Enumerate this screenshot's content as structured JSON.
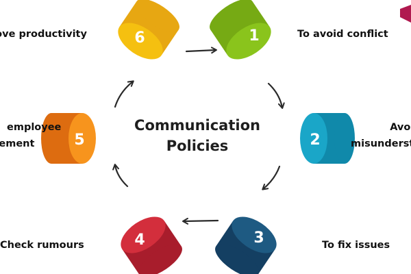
{
  "title": {
    "line1": "Communication",
    "line2": "Policies"
  },
  "steps": [
    {
      "number": "1",
      "label": "To avoid conflict",
      "color": "#8ac41c",
      "color_dark": "#76aa14"
    },
    {
      "number": "2",
      "label_line1": "Avoi",
      "label_line2": "misunderst",
      "color": "#1aa6c8",
      "color_dark": "#1089aa"
    },
    {
      "number": "3",
      "label": "To fix issues",
      "color": "#1e5a82",
      "color_dark": "#143f62"
    },
    {
      "number": "4",
      "label": "Check rumours",
      "color": "#d32e3c",
      "color_dark": "#a81d2c"
    },
    {
      "number": "5",
      "label_line1": "employee",
      "label_line2": "gement",
      "color": "#f7941d",
      "color_dark": "#dd6c10"
    },
    {
      "number": "6",
      "label": "rove productivity",
      "color": "#f5c010",
      "color_dark": "#e7a712"
    }
  ],
  "colors": {
    "arrow": "#2a2a2a",
    "corner_mark": "#b0194f"
  }
}
